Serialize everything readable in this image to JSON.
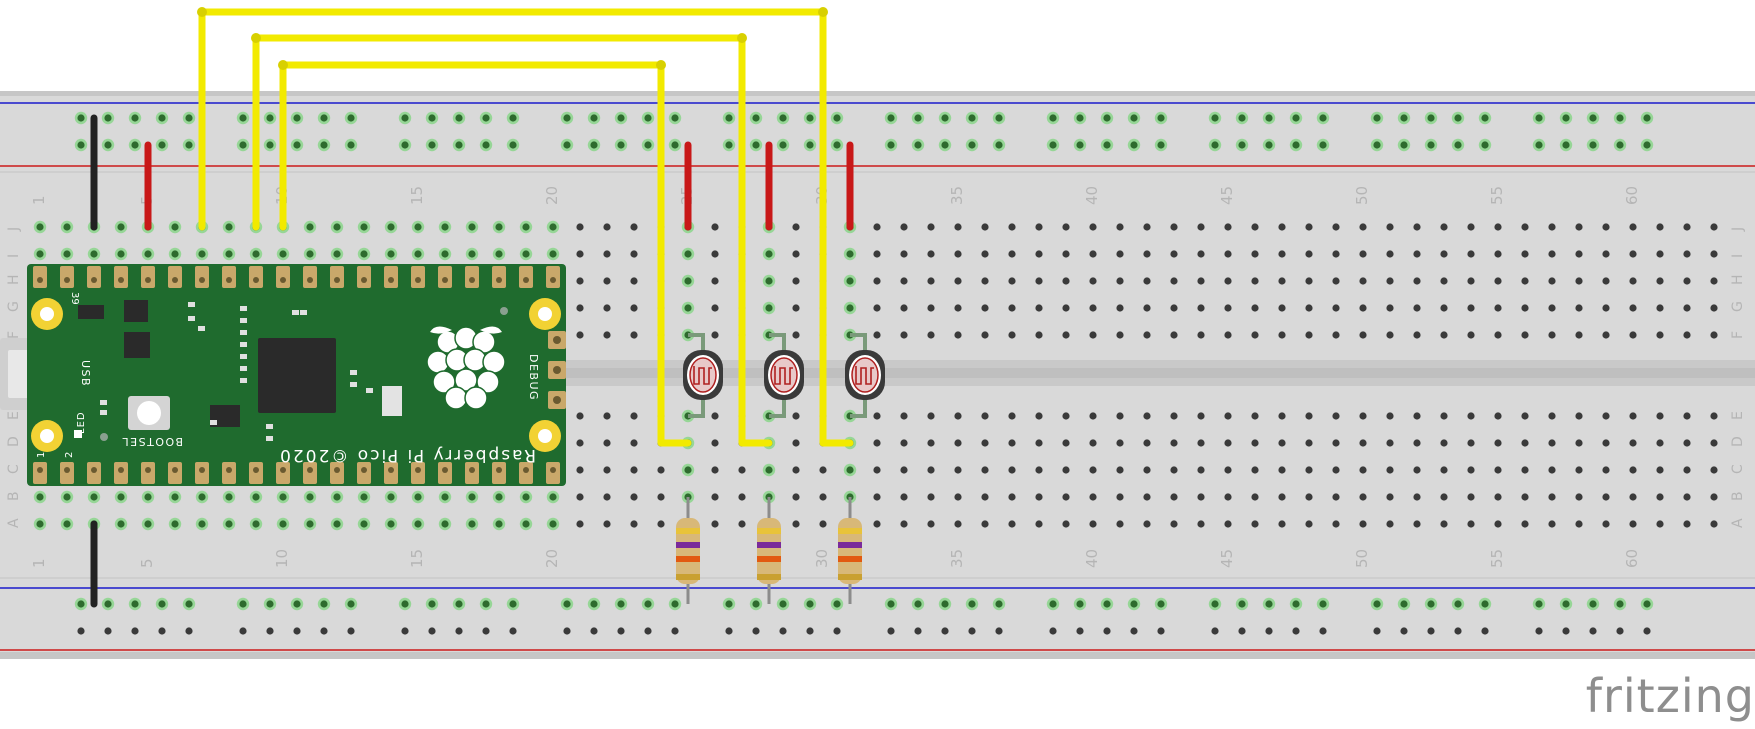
{
  "breadboard": {
    "columns": 63,
    "top_row_letters": [
      "J",
      "I",
      "H",
      "G",
      "F"
    ],
    "bottom_row_letters": [
      "E",
      "D",
      "C",
      "B",
      "A"
    ],
    "column_numbers": [
      "1",
      "5",
      "10",
      "15",
      "20",
      "25",
      "30",
      "35",
      "40",
      "45",
      "50",
      "55",
      "60"
    ],
    "colors": {
      "body": "#d9d9d9",
      "channel": "#c9c9c9",
      "rail_blue": "#1a1acc",
      "rail_red": "#cc1a1a",
      "hole": "#3a3a3a",
      "hole_lit": "#5fd35f",
      "label": "#b5b5b5"
    }
  },
  "pico": {
    "silkscreen": {
      "brand": "Raspberry Pi Pico ©2020",
      "usb": "USB",
      "debug": "DEBUG",
      "bootsel": "BOOTSEL",
      "led": "LED",
      "pin1": "1",
      "pin2": "2",
      "pin39": "39"
    },
    "colors": {
      "board": "#1f6b2e",
      "pad": "#c9a86a",
      "hole": "#f2d234",
      "chip": "#2a2a2a"
    }
  },
  "components": {
    "photoresistors": 3,
    "resistors": 3,
    "resistor_bands": [
      "#e8c33a",
      "#7a2a9a",
      "#e25a10",
      "#c9a030"
    ]
  },
  "wires": {
    "yellow": "#f2ea00",
    "red": "#c81818",
    "black": "#222222"
  },
  "watermark": "fritzing"
}
